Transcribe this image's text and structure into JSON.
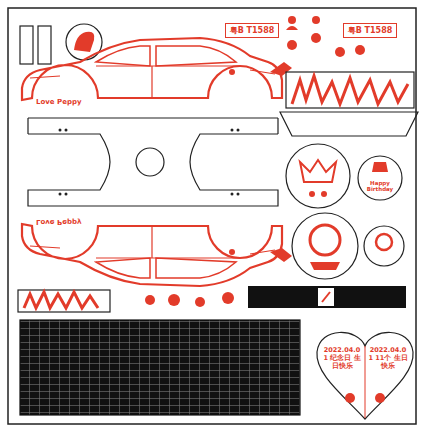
{
  "diagram": {
    "nodes": [
      {
        "text": [
          "粤B T1588"
        ]
      },
      {
        "text": [
          "粤B T1588"
        ]
      },
      {
        "text": [
          "Happy Birthday"
        ]
      },
      {
        "text": [
          "2022.04.01 纪念日 生日快乐",
          "2022.04.01 11个 生日快乐"
        ]
      }
    ],
    "labels": [
      "Love Peppy",
      "Love Peppy"
    ]
  }
}
